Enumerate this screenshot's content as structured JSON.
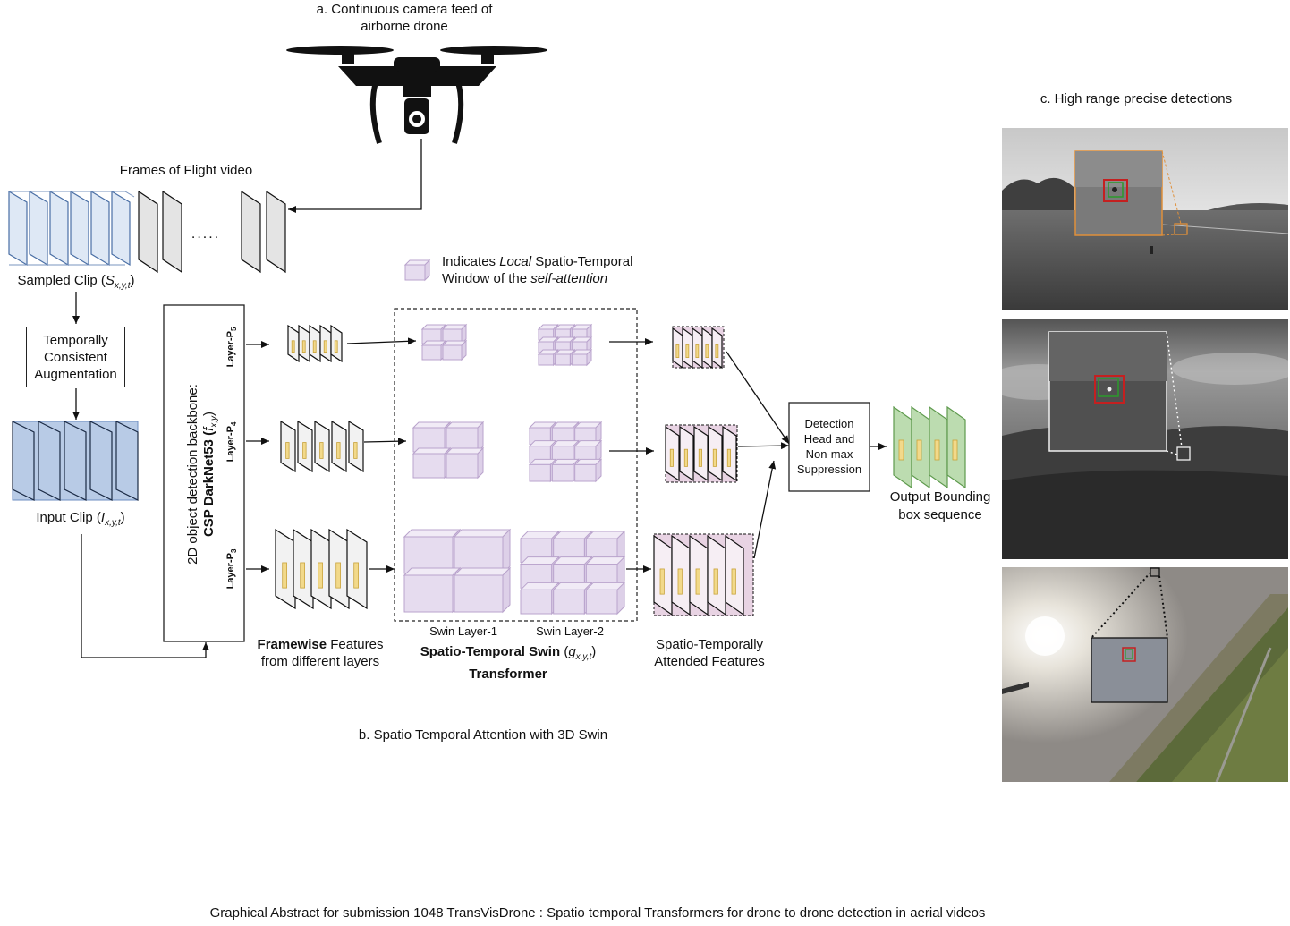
{
  "drone": {
    "caption_line1": "a. Continuous camera feed of",
    "caption_line2": "airborne drone"
  },
  "frames_label": "Frames of Flight video",
  "ellipsis": ".....",
  "sampled_clip": {
    "label": "Sampled Clip (",
    "sym": "S",
    "sub": "x,y,t",
    "close": ")"
  },
  "augmentation": {
    "line1": "Temporally",
    "line2": "Consistent",
    "line3": "Augmentation"
  },
  "input_clip": {
    "label": "Input Clip (",
    "sym": "I",
    "sub": "x,y,t",
    "close": ")"
  },
  "backbone": {
    "line1": "2D object detection backbone:",
    "line2": "CSP DarkNet53 (",
    "sym": "f",
    "sub": "x,y",
    "close": ")"
  },
  "layers": [
    {
      "name": "Layer-P",
      "sub": "5"
    },
    {
      "name": "Layer-P",
      "sub": "4"
    },
    {
      "name": "Layer-P",
      "sub": "3"
    }
  ],
  "legend": {
    "line1_pre": "Indicates ",
    "line1_em": "Local",
    "line1_post": " Spatio-Temporal",
    "line2_pre": "Window of the ",
    "line2_em": "self-attention"
  },
  "swin": {
    "layer1": "Swin Layer-1",
    "layer2": "Swin Layer-2",
    "title_line1": "Spatio-Temporal Swin",
    "sym": "g",
    "sub": "x,y,t",
    "title_line2": "Transformer"
  },
  "framewise": {
    "bold": "Framewise",
    "rest": " Features",
    "line2": "from different layers"
  },
  "attended": {
    "line1": "Spatio-Temporally",
    "line2": "Attended Features"
  },
  "detection_head": {
    "line1": "Detection",
    "line2": "Head and",
    "line3": "Non-max",
    "line4": "Suppression"
  },
  "output": {
    "line1": "Output Bounding",
    "line2": "box sequence"
  },
  "section_b": "b. Spatio Temporal Attention with 3D Swin",
  "section_c": "c. High range precise detections",
  "footer": "Graphical Abstract for submission 1048 TransVisDrone : Spatio temporal Transformers for drone to drone detection in aerial videos",
  "colors": {
    "clip_blue": "#b8cbe6",
    "sampled_fill": "#d6e2f2",
    "window_purple": "#e6dcef",
    "attended_pink": "#e8d3e3",
    "output_green": "#bcdcb0",
    "feature_yellow": "#f2d98a"
  }
}
